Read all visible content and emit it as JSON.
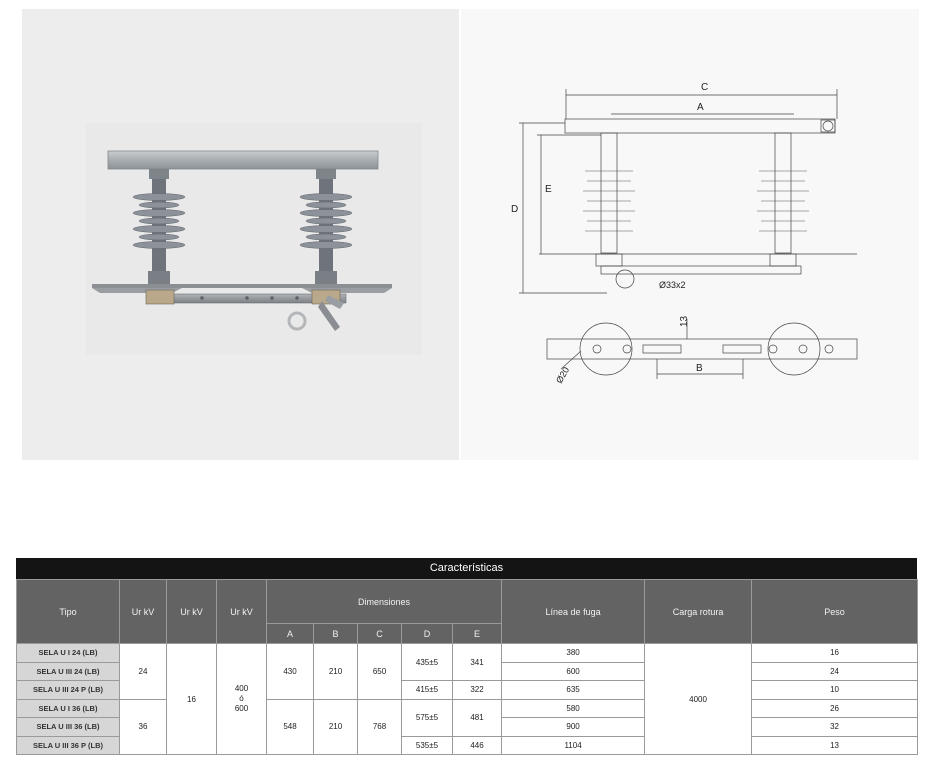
{
  "drawing": {
    "label_c": "C",
    "label_a": "A",
    "label_d": "D",
    "label_e": "E",
    "label_b": "B",
    "label_13": "13",
    "label_hole": "Ø33x2",
    "label_d20": "Ø20"
  },
  "table": {
    "title": "Características",
    "headers": {
      "tipo": "Tipo",
      "ur1": "Ur kV",
      "ur2": "Ur kV",
      "ur3": "Ur kV",
      "dimensiones": "Dimensiones",
      "dims": [
        "A",
        "B",
        "C",
        "D",
        "E"
      ],
      "linea": "Línea de fuga",
      "carga": "Carga rotura",
      "peso": "Peso"
    },
    "tipos": [
      "SELA U I 24 (LB)",
      "SELA U III 24 (LB)",
      "SELA U III 24 P (LB)",
      "SELA U I 36 (LB)",
      "SELA U III 36 (LB)",
      "SELA U III 36 P (LB)"
    ],
    "ur1": [
      "24",
      "36"
    ],
    "ur2": "16",
    "ur3": {
      "line1": "400",
      "line2": "ó",
      "line3": "600"
    },
    "a": [
      "430",
      "548"
    ],
    "b": [
      "210",
      "210"
    ],
    "c": [
      "650",
      "768"
    ],
    "d": [
      "435±5",
      "415±5",
      "575±5",
      "535±5"
    ],
    "e": [
      "341",
      "322",
      "481",
      "446"
    ],
    "linea": [
      "380",
      "600",
      "635",
      "580",
      "900",
      "1104"
    ],
    "carga": "4000",
    "peso": [
      "16",
      "24",
      "10",
      "26",
      "32",
      "13"
    ]
  }
}
